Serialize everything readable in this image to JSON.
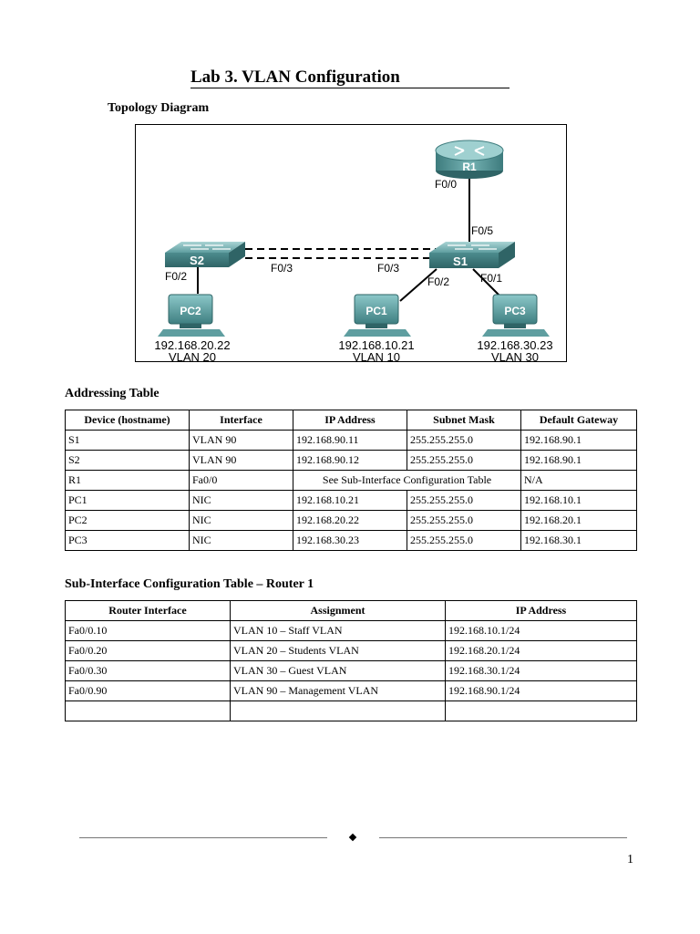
{
  "doc": {
    "title": "Lab 3. VLAN Configuration",
    "topology_label": "Topology Diagram",
    "addressing_label": "Addressing Table",
    "subif_label": "Sub-Interface Configuration Table – Router 1",
    "page_number": "1"
  },
  "diagram": {
    "r1": "R1",
    "s1": "S1",
    "s2": "S2",
    "pc1": "PC1",
    "pc2": "PC2",
    "pc3": "PC3",
    "r1_port": "F0/0",
    "s1_uplink": "F0/5",
    "s2_trunk": "F0/3",
    "s1_trunk": "F0/3",
    "s2_pc": "F0/2",
    "s1_pc1": "F0/2",
    "s1_pc3": "F0/1",
    "pc1_ip": "192.168.10.21",
    "pc1_vlan": "VLAN 10",
    "pc2_ip": "192.168.20.22",
    "pc2_vlan": "VLAN 20",
    "pc3_ip": "192.168.30.23",
    "pc3_vlan": "VLAN 30"
  },
  "addressing": {
    "headers": [
      "Device (hostname)",
      "Interface",
      "IP Address",
      "Subnet Mask",
      "Default Gateway"
    ],
    "rows": [
      [
        "S1",
        "VLAN 90",
        "192.168.90.11",
        "255.255.255.0",
        "192.168.90.1"
      ],
      [
        "S2",
        "VLAN 90",
        "192.168.90.12",
        "255.255.255.0",
        "192.168.90.1"
      ],
      [
        "PC1",
        "NIC",
        "192.168.10.21",
        "255.255.255.0",
        "192.168.10.1"
      ],
      [
        "PC2",
        "NIC",
        "192.168.20.22",
        "255.255.255.0",
        "192.168.20.1"
      ],
      [
        "PC3",
        "NIC",
        "192.168.30.23",
        "255.255.255.0",
        "192.168.30.1"
      ]
    ],
    "r1_row": {
      "device": "R1",
      "interface": "Fa0/0",
      "merged": "See Sub-Interface Configuration Table",
      "gateway": "N/A"
    }
  },
  "subif": {
    "headers": [
      "Router Interface",
      "Assignment",
      "IP Address"
    ],
    "rows": [
      [
        "Fa0/0.10",
        "VLAN 10 – Staff VLAN",
        "192.168.10.1/24"
      ],
      [
        "Fa0/0.20",
        "VLAN 20 – Students VLAN",
        "192.168.20.1/24"
      ],
      [
        "Fa0/0.30",
        "VLAN 30 – Guest VLAN",
        "192.168.30.1/24"
      ],
      [
        "Fa0/0.90",
        "VLAN 90 – Management VLAN",
        "192.168.90.1/24"
      ],
      [
        "",
        "",
        ""
      ]
    ]
  }
}
